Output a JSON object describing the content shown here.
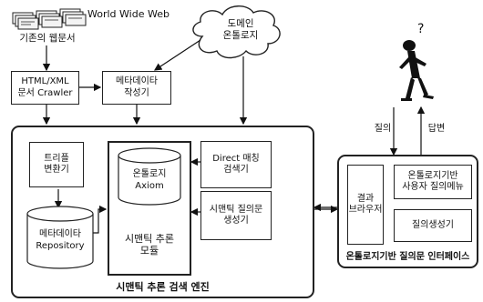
{
  "web_label": "World Wide Web",
  "web_docs_label": "기존의 웹문서",
  "crawler": "HTML/XML\n문서 Crawler",
  "metadata_writer": "메타데이타\n작성기",
  "domain_ontology": "도메인\n온톨로지",
  "query_label": "질의",
  "answer_label": "답변",
  "engine": {
    "title": "시맨틱 추론 검색 엔진",
    "triple_converter": "트리플\n변환기",
    "repository": "메타데이타\nRepository",
    "ontology_axiom": "온톨로지\nAxiom",
    "reasoning_module": "시맨틱 추론\n모듈",
    "direct_matcher": "Direct 매칭\n검색기",
    "semantic_query_gen": "시맨틱 질의문\n생성기"
  },
  "interface": {
    "title": "온톨로지기반 질의문 인터페이스",
    "result_browser": "결과\n브라우저",
    "query_menu": "온톨로지기반\n사용자 질의메뉴",
    "query_gen": "질의생성기"
  }
}
